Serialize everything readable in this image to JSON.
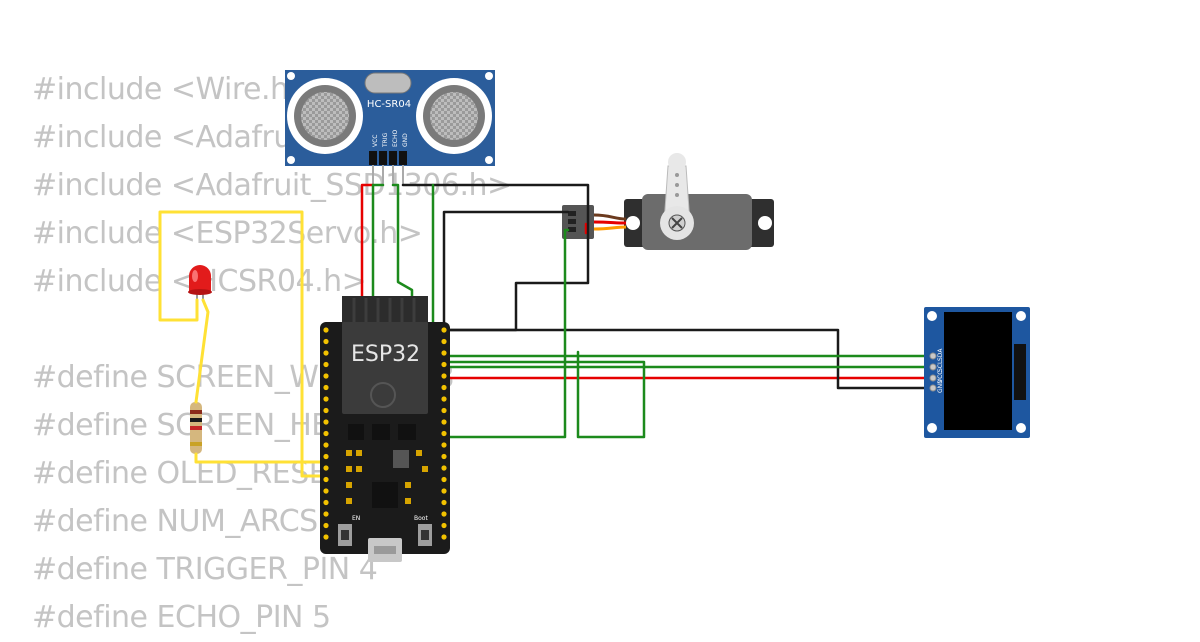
{
  "code_lines": [
    "#include <Wire.h>",
    "#include <Adafruit_GFX.h>",
    "#include <Adafruit_SSD1306.h>",
    "#include <ESP32Servo.h>",
    "#include <HCSR04.h>",
    "",
    "#define SCREEN_WIDTH 128",
    "#define SCREEN_HEIGHT 64",
    "#define OLED_RESET -1",
    "#define NUM_ARCS 10",
    "#define TRIGGER_PIN 4",
    "#define ECHO_PIN 5"
  ],
  "components": {
    "sonar": {
      "label": "HC-SR04",
      "pins": [
        "VCC",
        "TRIG",
        "ECHO",
        "GND"
      ]
    },
    "esp32": {
      "label": "ESP32",
      "en_label": "EN",
      "boot_label": "Boot"
    },
    "oled": {
      "pins": [
        "GND",
        "VCC",
        "SCL",
        "SDA"
      ]
    },
    "servo": {},
    "led": {
      "color": "#e21b1b"
    },
    "resistor": {}
  },
  "wire_colors": {
    "red": "#e60000",
    "black": "#1a1a1a",
    "green": "#1c8a1c",
    "yellow": "#ffe135"
  }
}
